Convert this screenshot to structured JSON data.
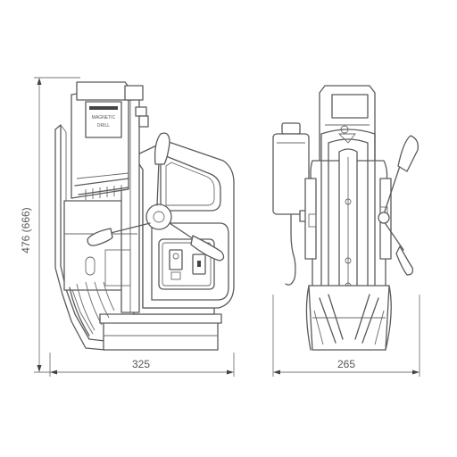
{
  "drawing": {
    "height_dimension": "476 (666)",
    "side_width_dimension": "325",
    "front_width_dimension": "265",
    "nameplate_line1": "MAGNETIC",
    "nameplate_line2": "DRILL"
  }
}
